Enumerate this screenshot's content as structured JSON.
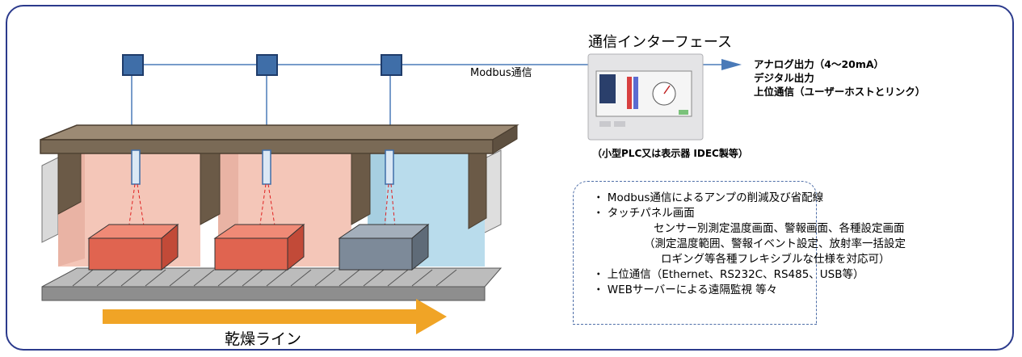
{
  "diagram": {
    "comm_label": "Modbus通信",
    "interface_title": "通信インターフェース",
    "interface_caption": "（小型PLC又は表示器  IDEC製等）",
    "outputs": [
      "アナログ出力（4～20mA）",
      "デジタル出力",
      "上位通信（ユーザーホストとリンク）"
    ],
    "line_label": "乾燥ライン",
    "notes": [
      "・  Modbus通信によるアンプの削減及び省配線",
      "・  タッチパネル画面",
      "センサー別測定温度画面、警報画面、各種設定画面",
      "（測定温度範囲、警報イベント設定、放射率一括設定",
      "ロギング等各種フレキシブルな仕様を対応可）",
      "・  上位通信（Ethernet、RS232C、RS485、USB等）",
      "・  WEBサーバーによる遠隔監視   等々"
    ]
  },
  "colors": {
    "border": "#2b3a8c",
    "wire": "#4a7ab8",
    "module_fill": "#3f6ea8",
    "arrow_orange": "#f0a426",
    "zone_pink": "#f4c6b8",
    "zone_blue": "#b9dcec",
    "hot_box": "#e06450",
    "cool_box": "#7d8a99",
    "frame_brown": "#6b5a47"
  }
}
